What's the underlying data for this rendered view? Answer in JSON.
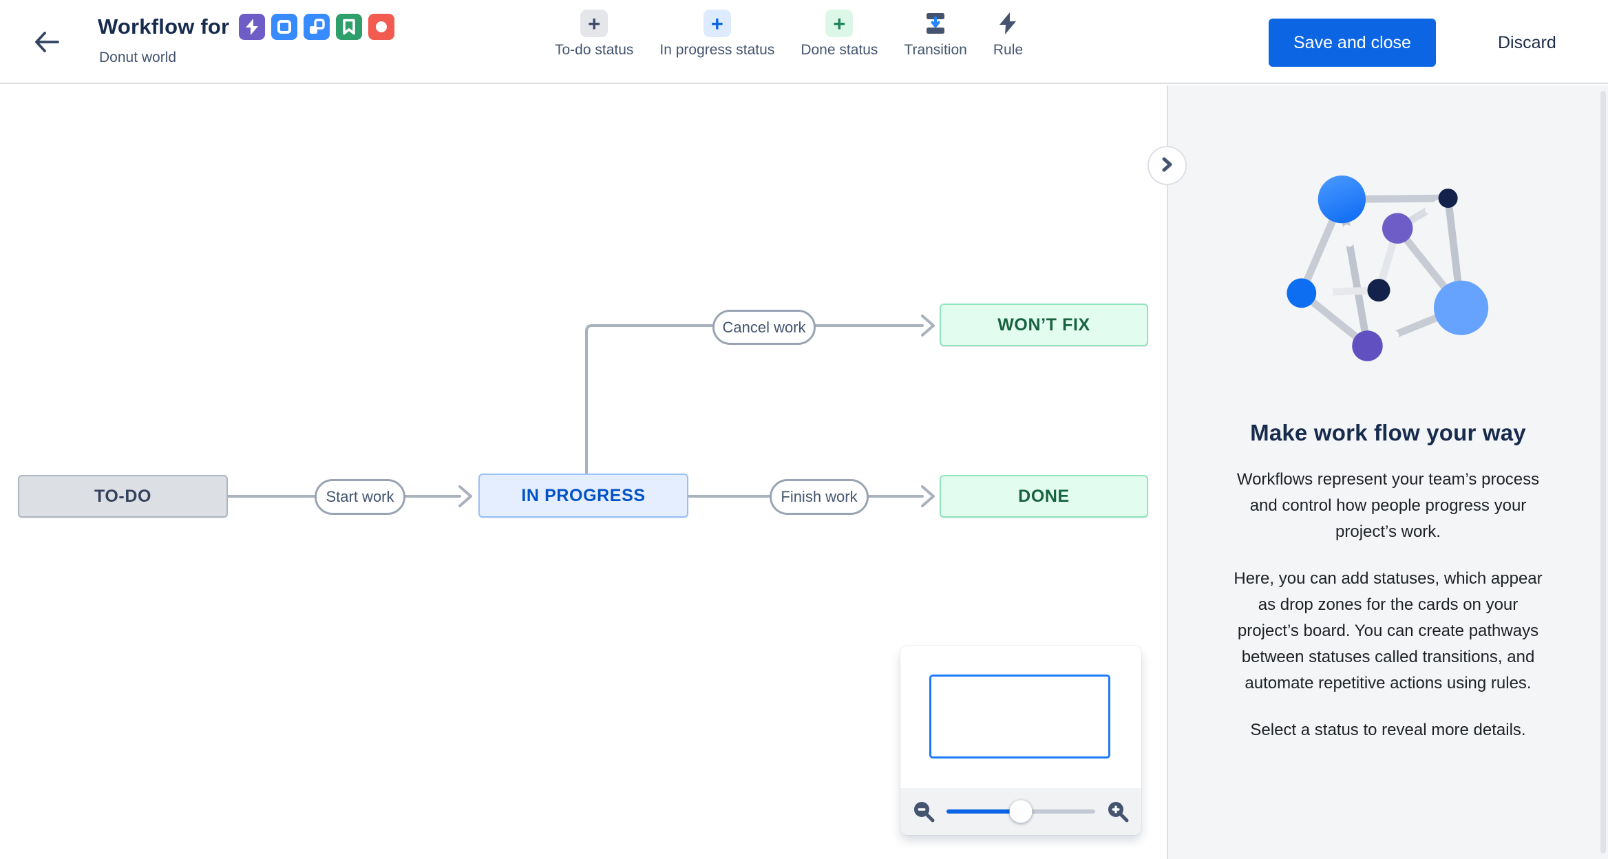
{
  "header": {
    "title": "Workflow for",
    "subtitle": "Donut world",
    "issue_types": [
      {
        "name": "epic",
        "color": "#6E5DC6"
      },
      {
        "name": "task",
        "color": "#388BFF"
      },
      {
        "name": "subtask",
        "color": "#388BFF"
      },
      {
        "name": "story",
        "color": "#2E9E6B"
      },
      {
        "name": "bug",
        "color": "#F15B50"
      }
    ],
    "actions": {
      "save": "Save and close",
      "discard": "Discard"
    }
  },
  "toolbar": {
    "items": [
      {
        "label": "To-do status",
        "icon": "plus-icon",
        "tile_color": "#E5E6EA",
        "glyph_color": "#3C4B68"
      },
      {
        "label": "In progress status",
        "icon": "plus-icon",
        "tile_color": "#DEEBFF",
        "glyph_color": "#0C66E4"
      },
      {
        "label": "Done status",
        "icon": "plus-icon",
        "tile_color": "#DCF7E7",
        "glyph_color": "#1F845A"
      },
      {
        "label": "Transition",
        "icon": "transition-icon",
        "tile_color": "",
        "glyph_color": "#44546F"
      },
      {
        "label": "Rule",
        "icon": "lightning-icon",
        "tile_color": "",
        "glyph_color": "#44546F"
      }
    ]
  },
  "canvas": {
    "statuses": [
      {
        "label": "TO-DO",
        "category": "todo"
      },
      {
        "label": "IN PROGRESS",
        "category": "inprogress"
      },
      {
        "label": "WON’T FIX",
        "category": "done"
      },
      {
        "label": "DONE",
        "category": "done"
      }
    ],
    "transitions": [
      {
        "label": "Start work",
        "from": "TO-DO",
        "to": "IN PROGRESS"
      },
      {
        "label": "Cancel work",
        "from": "IN PROGRESS",
        "to": "WON’T FIX"
      },
      {
        "label": "Finish work",
        "from": "IN PROGRESS",
        "to": "DONE"
      }
    ]
  },
  "panel": {
    "heading": "Make work flow your way",
    "paragraphs": [
      "Workflows represent your team’s process and control how people progress your project’s work.",
      "Here, you can add statuses, which appear as drop zones for the cards on your project’s board. You can create pathways between statuses called transitions, and automate repetitive actions using rules.",
      "Select a status to reveal more details."
    ]
  },
  "colors": {
    "primary_blue": "#0C66E4",
    "todo_gray": "#DCDFE4",
    "inprogress_blue": "#E4EEFF",
    "done_green": "#E2FCEF",
    "connector_gray": "#A9B1BD",
    "panel_bg": "#F4F5F7",
    "heading_navy": "#172B4D"
  }
}
